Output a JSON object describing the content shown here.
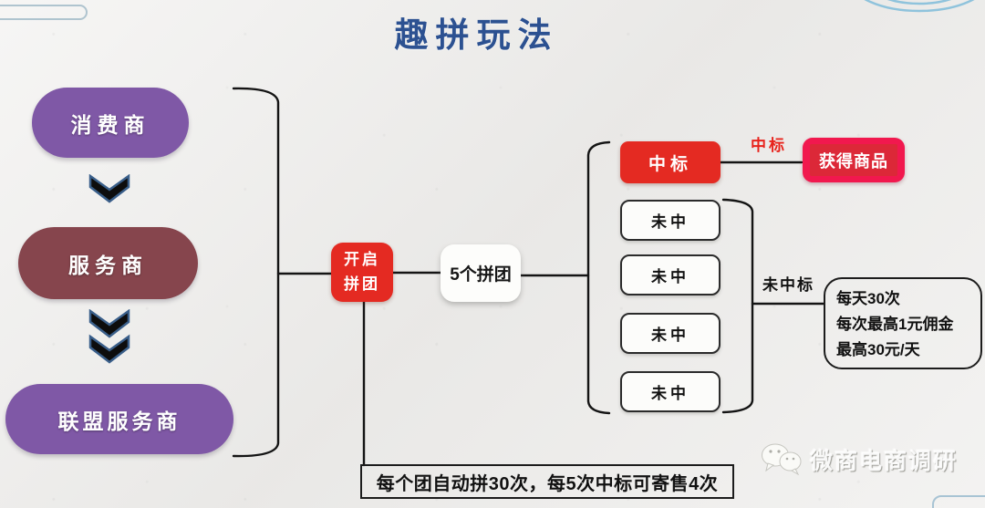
{
  "title": "趣拼玩法",
  "left_flow": {
    "consumer": "消费商",
    "service": "服务商",
    "alliance": "联盟服务商"
  },
  "mid_flow": {
    "open_line1": "开启",
    "open_line2": "拼团",
    "groups": "5个拼团"
  },
  "right_flow": {
    "win": "中标",
    "win_edge_label": "中标",
    "win_result": "获得商品",
    "lose": [
      "未中",
      "未中",
      "未中",
      "未中"
    ],
    "lose_edge_label": "未中标",
    "reward_lines": [
      "每天30次",
      "每次最高1元佣金",
      "最高30元/天"
    ]
  },
  "footnote": "每个团自动拼30次，每5次中标可寄售4次",
  "watermark": "微商电商调研",
  "colors": {
    "title_blue": "#2C5191",
    "node_purple": "#7F58A6",
    "node_maroon": "#86454D",
    "node_red": "#E42A22",
    "result_crimson": "#F1184E",
    "result_inner_red": "#DC2838",
    "connector_black": "#141414",
    "background_paper": "#EDECEA",
    "deco_blue": "#A8C4D4"
  }
}
